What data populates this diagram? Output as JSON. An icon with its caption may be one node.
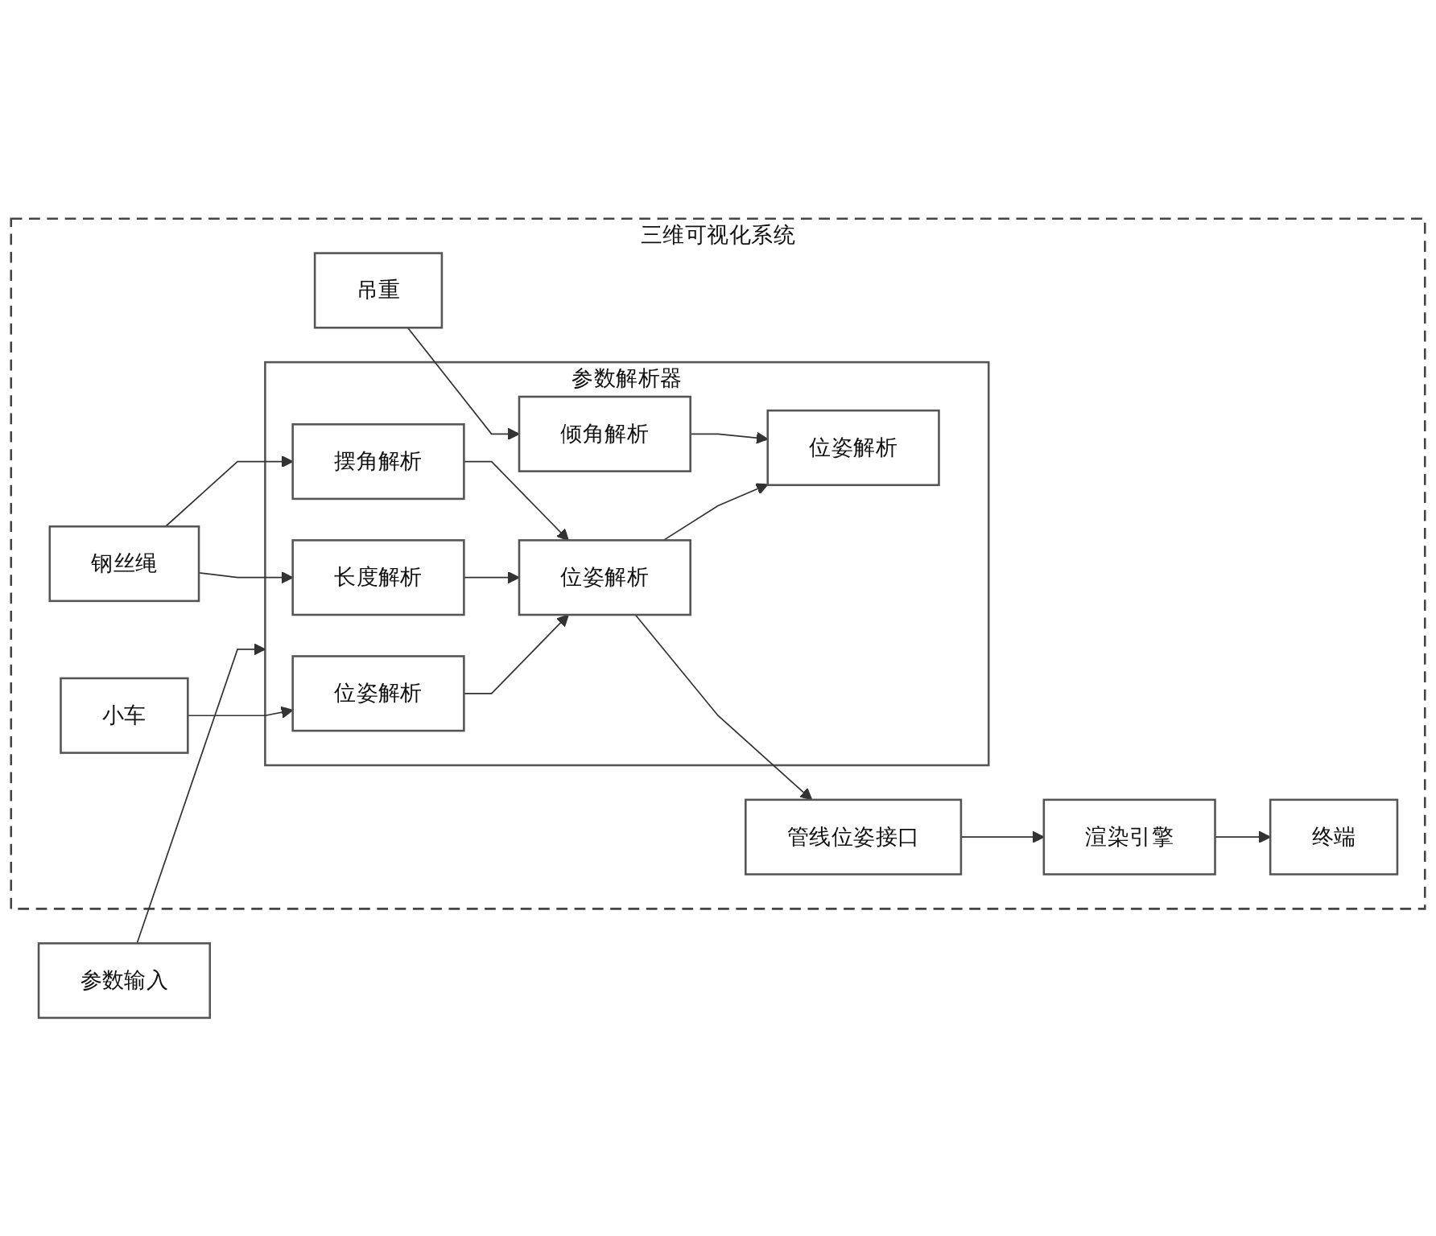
{
  "diagram": {
    "nodes": [
      {
        "text": [
          "参数输入"
        ]
      },
      {
        "text": [
          "三维可视化系统"
        ]
      },
      {
        "text": [
          "参数解析器"
        ],
        "in": 1
      },
      {
        "text": [
          "小车"
        ],
        "in": 1
      },
      {
        "text": [
          "钢丝绳"
        ],
        "in": 1
      },
      {
        "text": [
          "吊重"
        ],
        "in": 1
      },
      {
        "text": [
          "位姿解析"
        ],
        "in": 2
      },
      {
        "text": [
          "长度解析"
        ],
        "in": 2
      },
      {
        "text": [
          "摆角解析"
        ],
        "in": 2
      },
      {
        "text": [
          "位姿解析"
        ],
        "in": 2
      },
      {
        "text": [
          "倾角解析"
        ],
        "in": 2
      },
      {
        "text": [
          "位姿解析"
        ],
        "in": 2
      },
      {
        "text": [
          "管线位姿接口"
        ],
        "in": 1
      },
      {
        "text": [
          "渲染引擎"
        ],
        "in": 1
      },
      {
        "text": [
          "终端"
        ],
        "in": 1
      }
    ],
    "edges": [
      {
        "from": 0,
        "to": 2,
        "arrow": "to"
      },
      {
        "from": 3,
        "to": 6,
        "arrow": "to"
      },
      {
        "from": 4,
        "to": 7,
        "arrow": "to"
      },
      {
        "from": 4,
        "to": 8,
        "arrow": "to"
      },
      {
        "from": 6,
        "to": 9,
        "arrow": "to"
      },
      {
        "from": 7,
        "to": 9,
        "arrow": "to"
      },
      {
        "from": 8,
        "to": 9,
        "arrow": "to"
      },
      {
        "from": 9,
        "to": 11,
        "arrow": "to"
      },
      {
        "from": 5,
        "to": 10,
        "arrow": "to"
      },
      {
        "from": 10,
        "to": 11,
        "arrow": "to"
      },
      {
        "from": 9,
        "to": 12,
        "arrow": "to"
      },
      {
        "from": 12,
        "to": 13,
        "arrow": "to"
      },
      {
        "from": 13,
        "to": 14,
        "arrow": "to"
      }
    ]
  }
}
